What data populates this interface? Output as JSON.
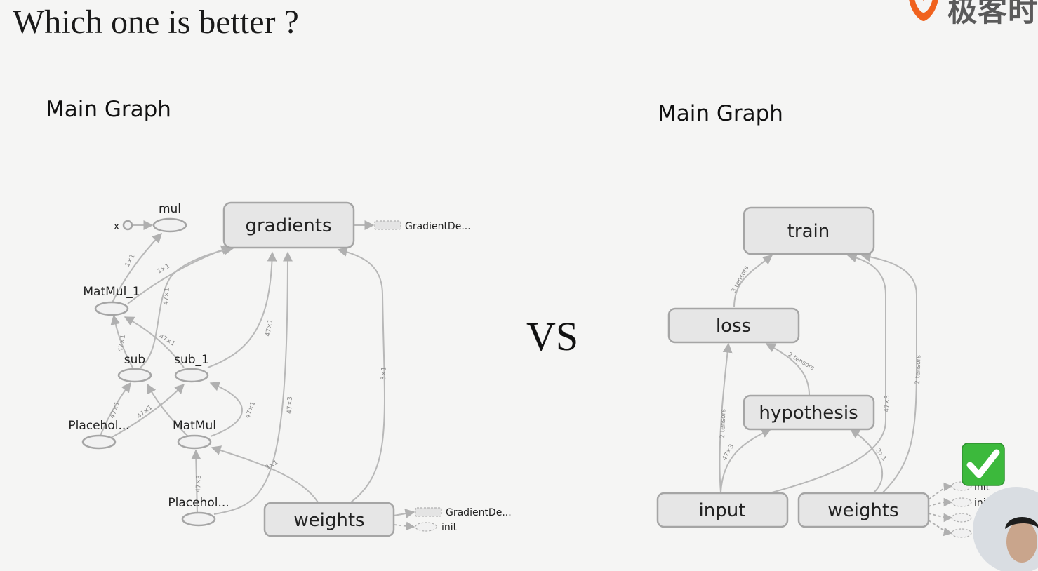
{
  "slide": {
    "title": "Which one is better ?",
    "vs": "VS"
  },
  "logo": {
    "text": "极客时",
    "icon": "geekbang-logo-icon",
    "color": "#f0621e"
  },
  "left_graph": {
    "title": "Main Graph",
    "nodes": {
      "gradients": "gradients",
      "weights": "weights",
      "mul": "mul",
      "x": "x",
      "matmul_1": "MatMul_1",
      "sub": "sub",
      "sub_1": "sub_1",
      "matmul": "MatMul",
      "placeholder_a": "Placehol...",
      "placeholder_b": "Placehol...",
      "grad_desc_1": "GradientDe...",
      "grad_desc_2": "GradientDe...",
      "init": "init"
    },
    "edge_labels": {
      "e1": "1×1",
      "e2": "1×1",
      "e3": "47×1",
      "e4": "47×1",
      "e5": "47×1",
      "e6": "47×1",
      "e7": "47×1",
      "e8": "47×1",
      "e9": "47×1",
      "e10": "47×3",
      "e11": "47×3",
      "e12": "3×1",
      "e13": "3×1"
    }
  },
  "right_graph": {
    "title": "Main Graph",
    "nodes": {
      "train": "train",
      "loss": "loss",
      "hypothesis": "hypothesis",
      "input": "input",
      "weights": "weights",
      "init_1": "init",
      "init_2": "init"
    },
    "edge_labels": {
      "r1": "3 tensors",
      "r2": "2 tensors",
      "r3": "2 tensors",
      "r4": "47×3",
      "r5": "47×3",
      "r6": "3×1",
      "r7": "2 tensors"
    }
  },
  "badge": {
    "icon": "check-mark-icon",
    "color": "#3cb93c"
  },
  "presenter": {
    "icon": "presenter-avatar"
  }
}
